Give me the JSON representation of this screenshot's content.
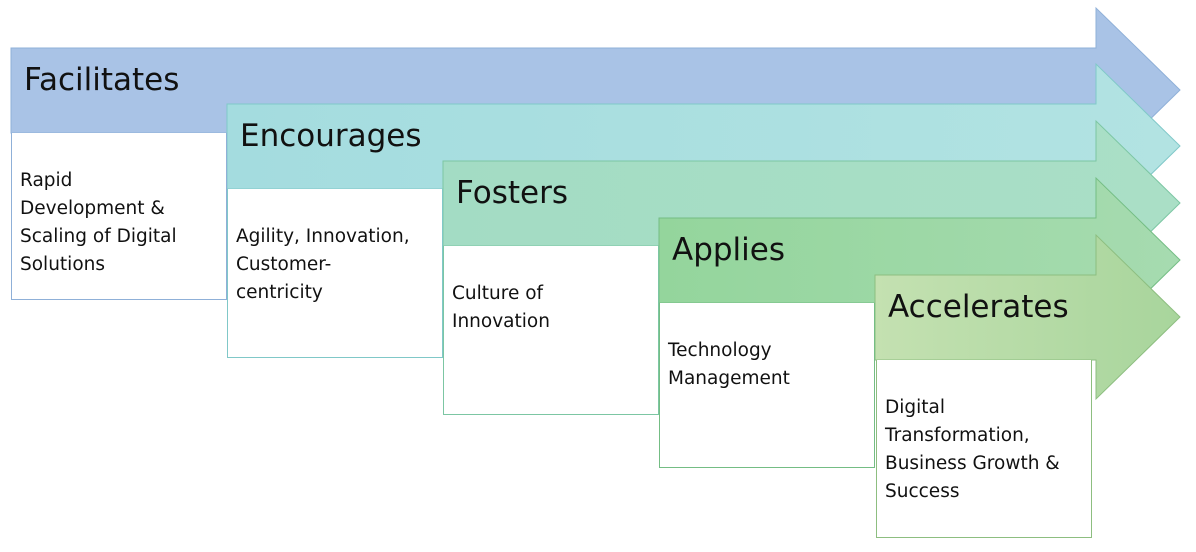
{
  "steps": [
    {
      "title": "Facilitates",
      "text": "Rapid\nDevelopment &\nScaling of Digital\nSolutions",
      "fill_start": "#a9c3e6",
      "fill_end": "#a9c3e6",
      "border": "#8fb0d8"
    },
    {
      "title": "Encourages",
      "text": "Agility, Innovation,\nCustomer-\ncentricity",
      "fill_start": "#a4dcdf",
      "fill_end": "#b2e3e2",
      "border": "#80c8c8"
    },
    {
      "title": "Fosters",
      "text": "Culture of\nInnovation",
      "fill_start": "#a3dcc4",
      "fill_end": "#aadfc6",
      "border": "#7cc6a3"
    },
    {
      "title": "Applies",
      "text": "Technology\nManagement",
      "fill_start": "#94d59c",
      "fill_end": "#a6dbb0",
      "border": "#74bd84"
    },
    {
      "title": "Accelerates",
      "text": "Digital\nTransformation,\nBusiness Growth &\nSuccess",
      "fill_start": "#c4e1b1",
      "fill_end": "#a8d59c",
      "border": "#8dbe80"
    }
  ]
}
